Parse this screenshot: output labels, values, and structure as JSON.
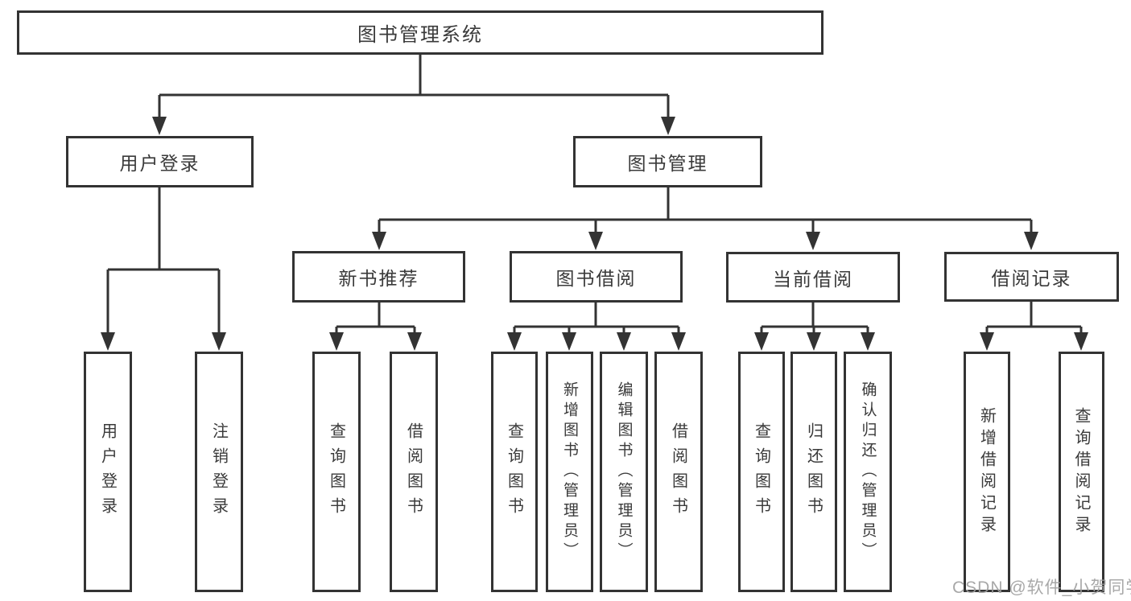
{
  "tree": {
    "root": "图书管理系统",
    "children": [
      {
        "label": "用户登录",
        "children": [
          {
            "label": "用户登录"
          },
          {
            "label": "注销登录"
          }
        ]
      },
      {
        "label": "图书管理",
        "children": [
          {
            "label": "新书推荐",
            "children": [
              {
                "label": "查询图书"
              },
              {
                "label": "借阅图书"
              }
            ]
          },
          {
            "label": "图书借阅",
            "children": [
              {
                "label": "查询图书"
              },
              {
                "label": "新增图书（管理员）"
              },
              {
                "label": "编辑图书（管理员）"
              },
              {
                "label": "借阅图书"
              }
            ]
          },
          {
            "label": "当前借阅",
            "children": [
              {
                "label": "查询图书"
              },
              {
                "label": "归还图书"
              },
              {
                "label": "确认归还（管理员）"
              }
            ]
          },
          {
            "label": "借阅记录",
            "children": [
              {
                "label": "新增借阅记录"
              },
              {
                "label": "查询借阅记录"
              }
            ]
          }
        ]
      }
    ]
  },
  "watermark": {
    "text": "CSDN @软件_小贺同学"
  },
  "colors": {
    "line": "#333333",
    "box_border": "#333333",
    "text": "#3a3a3a",
    "watermark": "#9e9e9e",
    "background": "#ffffff"
  }
}
